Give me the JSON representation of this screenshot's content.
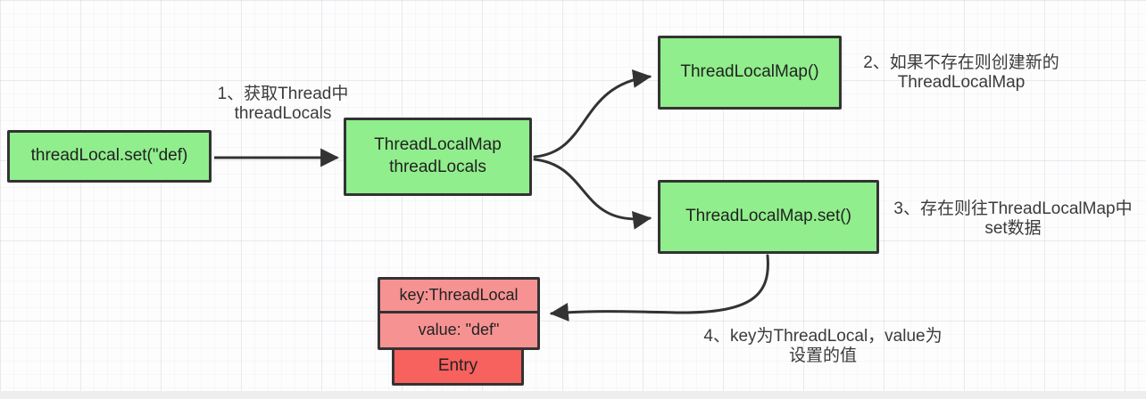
{
  "diagram": {
    "title": "ThreadLocal set flow diagram",
    "nodes": {
      "set_call": {
        "text": "threadLocal.set(\"def)"
      },
      "map_threadlocals": {
        "line1": "ThreadLocalMap",
        "line2": "threadLocals"
      },
      "map_new": {
        "text": "ThreadLocalMap()"
      },
      "map_set": {
        "text": "ThreadLocalMap.set()"
      },
      "entry_key": {
        "text": "key:ThreadLocal"
      },
      "entry_value": {
        "text": "value: \"def\""
      },
      "entry": {
        "text": "Entry"
      }
    },
    "annotations": {
      "step1": {
        "line1": "1、获取Thread中",
        "line2": "threadLocals"
      },
      "step2": {
        "line1": "2、如果不存在则创建新的",
        "line2": "ThreadLocalMap"
      },
      "step3": {
        "line1": "3、存在则往ThreadLocalMap中",
        "line2": "set数据"
      },
      "step4": {
        "line1": "4、key为ThreadLocal，value为",
        "line2": "设置的值"
      }
    },
    "colors": {
      "node_fill_green": "#90ee8c",
      "node_fill_pink": "#f79292",
      "node_fill_red": "#f7615e",
      "node_border": "#333333",
      "arrow": "#333333",
      "annotation_text": "#3b3b3b"
    }
  }
}
